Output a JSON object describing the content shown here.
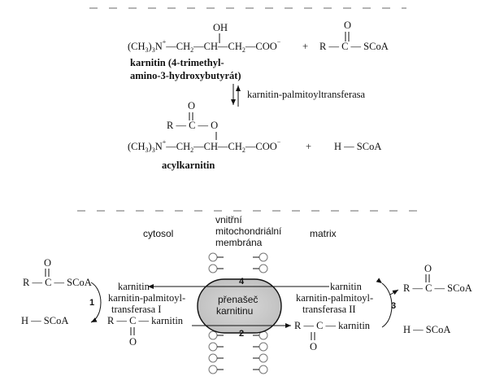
{
  "reaction": {
    "hydroxyl": "OH",
    "carnitine_formula": [
      "(CH",
      "3",
      ")",
      "3",
      "N",
      "+",
      "—CH",
      "2",
      "—CH—CH",
      "2",
      "—COO",
      "−"
    ],
    "plus": "+",
    "acyl_coa": {
      "r": "R — C — SCoA",
      "o": "O"
    },
    "carnitine_name_line1": "karnitin (4-trimethyl-",
    "carnitine_name_line2": "amino-3-hydroxybutyrát)",
    "enzyme": "karnitin-palmitoyltransferasa",
    "acyl_group": {
      "top_o": "O",
      "line": "R — C — O"
    },
    "hscoa": "H — SCoA",
    "acylcarnitine_name": "acylkarnitin"
  },
  "transport": {
    "compartments": {
      "cytosol": "cytosol",
      "membrane_line1": "vnitřní",
      "membrane_line2": "mitochondriální",
      "membrane_line3": "membrána",
      "matrix": "matrix"
    },
    "left": {
      "acyl_coa": "R — C — SCoA",
      "o": "O",
      "carnitine": "karnitin",
      "enzyme_line1": "karnitin-palmitoyl-",
      "enzyme_line2": "transferasa I",
      "step": "1",
      "hscoa": "H — SCoA",
      "acylcarnitine": "R — C — karnitin"
    },
    "carrier": {
      "line1": "přenašeč",
      "line2": "karnitinu",
      "step_top": "4",
      "step_bottom": "2"
    },
    "right": {
      "carnitine": "karnitin",
      "enzyme_line1": "karnitin-palmitoyl-",
      "enzyme_line2": "transferasa II",
      "step": "3",
      "acyl_coa": "R — C — SCoA",
      "o": "O",
      "hscoa": "H — SCoA",
      "acylcarnitine": "R — C — karnitin"
    }
  }
}
